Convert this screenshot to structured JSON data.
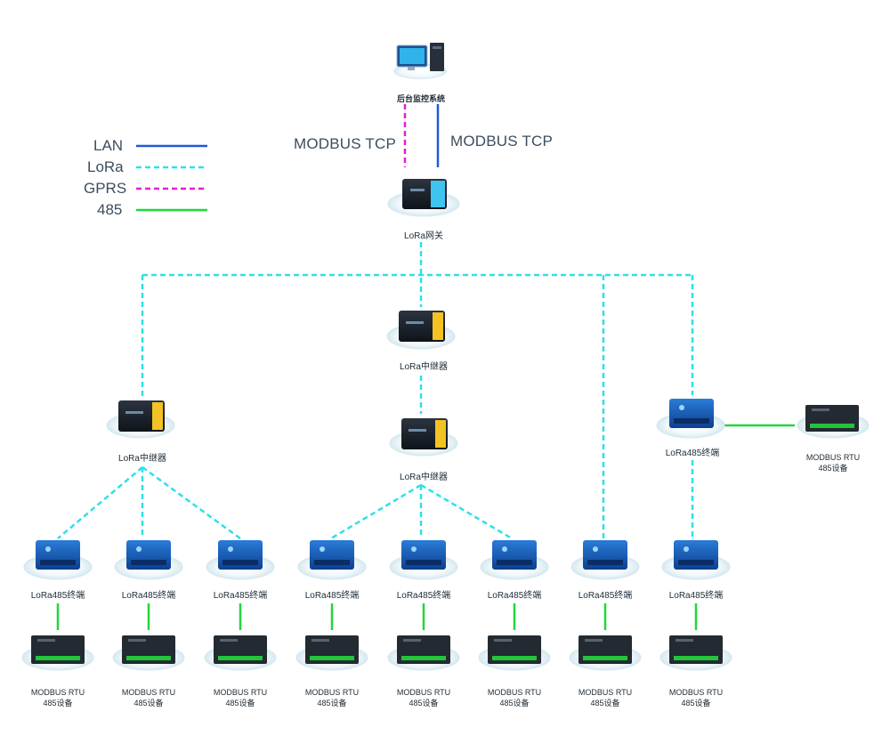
{
  "legend": {
    "items": [
      {
        "label": "LAN",
        "color": "#1f5ad8",
        "style": "solid"
      },
      {
        "label": "LoRa",
        "color": "#2ee0e8",
        "style": "dashed"
      },
      {
        "label": "GPRS",
        "color": "#e020d8",
        "style": "dashed"
      },
      {
        "label": "485",
        "color": "#22d63a",
        "style": "solid"
      }
    ]
  },
  "top": {
    "system_label": "后台监控系统",
    "link_left_label": "MODBUS TCP",
    "link_right_label": "MODBUS TCP"
  },
  "gateway": {
    "label": "LoRa网关"
  },
  "repeaters": {
    "center_top": "LoRa中继器",
    "center_bottom": "LoRa中继器",
    "left": "LoRa中继器"
  },
  "right_terminal": {
    "label": "LoRa485终端"
  },
  "side_device": {
    "line1": "MODBUS RTU",
    "line2": "485设备"
  },
  "terminals": [
    {
      "label": "LoRa485终端"
    },
    {
      "label": "LoRa485终端"
    },
    {
      "label": "LoRa485终端"
    },
    {
      "label": "LoRa485终端"
    },
    {
      "label": "LoRa485终端"
    },
    {
      "label": "LoRa485终端"
    },
    {
      "label": "LoRa485终端"
    },
    {
      "label": "LoRa485终端"
    }
  ],
  "devices": [
    {
      "line1": "MODBUS RTU",
      "line2": "485设备"
    },
    {
      "line1": "MODBUS RTU",
      "line2": "485设备"
    },
    {
      "line1": "MODBUS RTU",
      "line2": "485设备"
    },
    {
      "line1": "MODBUS RTU",
      "line2": "485设备"
    },
    {
      "line1": "MODBUS RTU",
      "line2": "485设备"
    },
    {
      "line1": "MODBUS RTU",
      "line2": "485设备"
    },
    {
      "line1": "MODBUS RTU",
      "line2": "485设备"
    },
    {
      "line1": "MODBUS RTU",
      "line2": "485设备"
    }
  ]
}
